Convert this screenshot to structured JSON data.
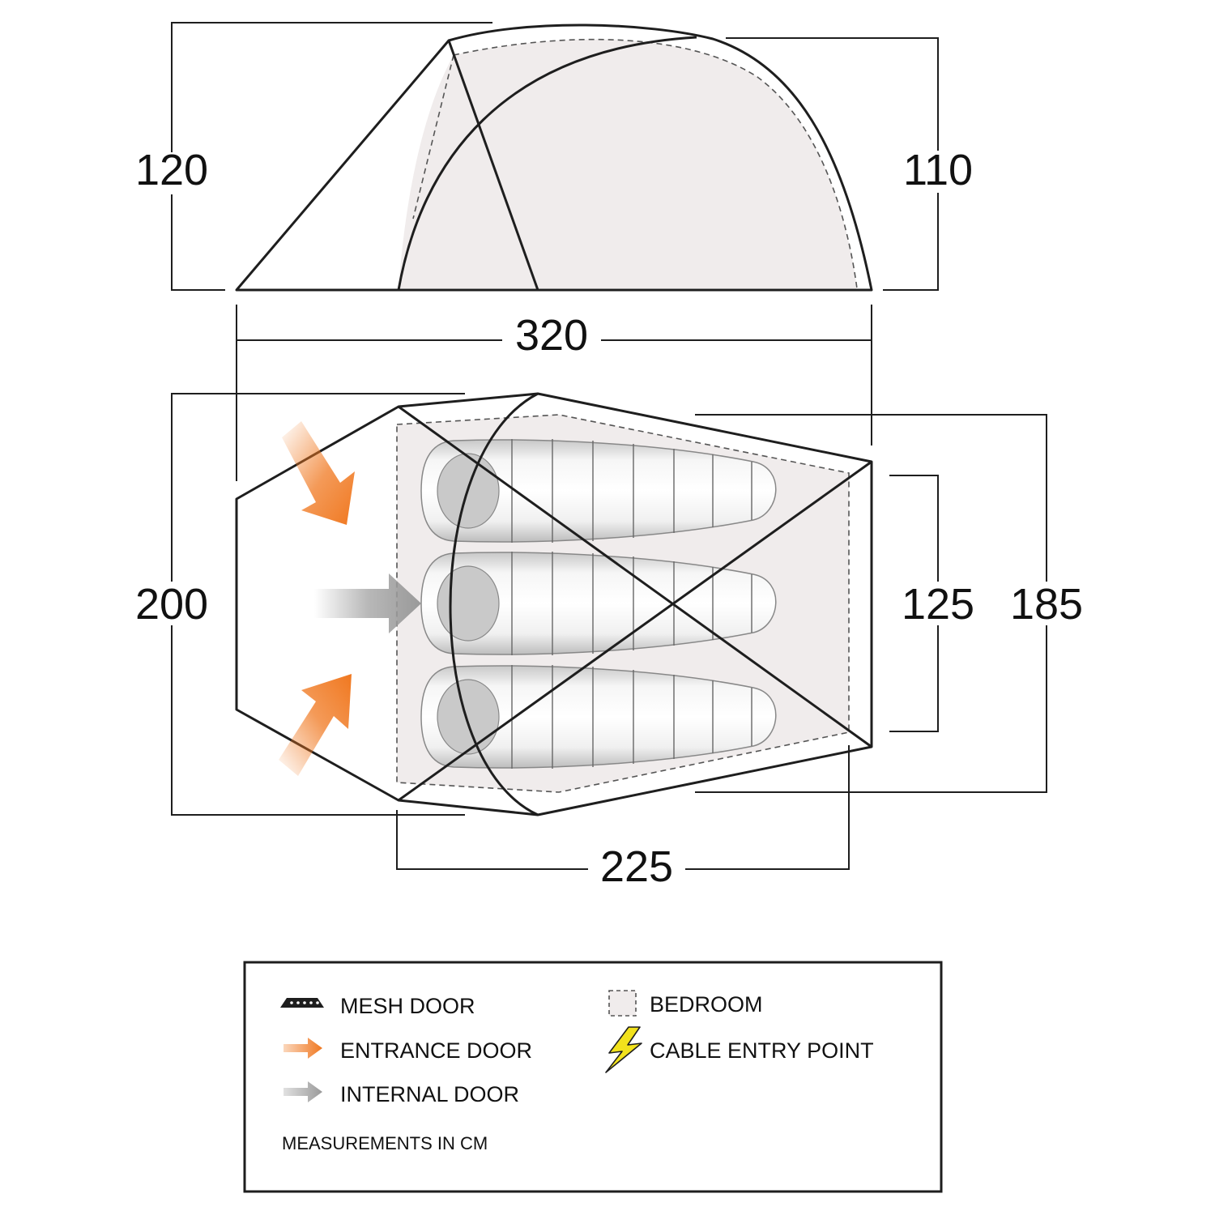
{
  "dimensions": {
    "height_front": "120",
    "height_rear": "110",
    "length_total": "320",
    "width_front": "200",
    "width_bedroom_rear": "125",
    "width_bedroom_front": "185",
    "length_bedroom": "225"
  },
  "legend": {
    "mesh_door": "MESH DOOR",
    "entrance_door": "ENTRANCE DOOR",
    "internal_door": "INTERNAL DOOR",
    "bedroom": "BEDROOM",
    "cable_entry_point": "CABLE ENTRY POINT",
    "note": "MEASUREMENTS IN CM"
  },
  "icons": {
    "mesh_door": "mesh-door-icon",
    "entrance_door": "orange-arrow-icon",
    "internal_door": "grey-arrow-icon",
    "bedroom": "dashed-square-icon",
    "cable_entry_point": "lightning-bolt-icon"
  },
  "colors": {
    "entrance_arrow": "#f07820",
    "internal_arrow": "#9a9a9a",
    "bedroom_fill": "#f0ecec",
    "cable_bolt": "#f2e21c",
    "outline": "#1e1e1e"
  }
}
